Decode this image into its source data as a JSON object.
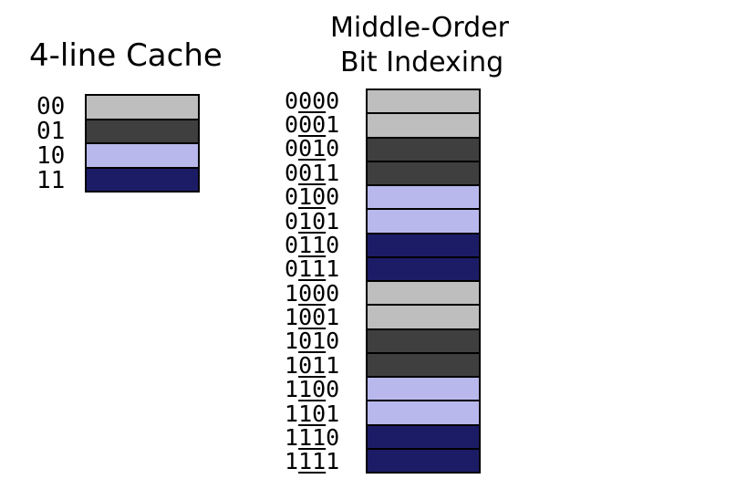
{
  "cache": {
    "title": "4-line Cache",
    "lines": [
      {
        "index": "00",
        "color": "#bebebe"
      },
      {
        "index": "01",
        "color": "#3f3f3f"
      },
      {
        "index": "10",
        "color": "#b8b8ec"
      },
      {
        "index": "11",
        "color": "#1c1c66"
      }
    ]
  },
  "memory": {
    "title_line1": "Middle-Order",
    "title_line2": "Bit Indexing",
    "rows": [
      {
        "pre": "0",
        "mid": "00",
        "post": "0",
        "color": "#bebebe"
      },
      {
        "pre": "0",
        "mid": "00",
        "post": "1",
        "color": "#bebebe"
      },
      {
        "pre": "0",
        "mid": "01",
        "post": "0",
        "color": "#3f3f3f"
      },
      {
        "pre": "0",
        "mid": "01",
        "post": "1",
        "color": "#3f3f3f"
      },
      {
        "pre": "0",
        "mid": "10",
        "post": "0",
        "color": "#b8b8ec"
      },
      {
        "pre": "0",
        "mid": "10",
        "post": "1",
        "color": "#b8b8ec"
      },
      {
        "pre": "0",
        "mid": "11",
        "post": "0",
        "color": "#1c1c66"
      },
      {
        "pre": "0",
        "mid": "11",
        "post": "1",
        "color": "#1c1c66"
      },
      {
        "pre": "1",
        "mid": "00",
        "post": "0",
        "color": "#bebebe"
      },
      {
        "pre": "1",
        "mid": "00",
        "post": "1",
        "color": "#bebebe"
      },
      {
        "pre": "1",
        "mid": "01",
        "post": "0",
        "color": "#3f3f3f"
      },
      {
        "pre": "1",
        "mid": "01",
        "post": "1",
        "color": "#3f3f3f"
      },
      {
        "pre": "1",
        "mid": "10",
        "post": "0",
        "color": "#b8b8ec"
      },
      {
        "pre": "1",
        "mid": "10",
        "post": "1",
        "color": "#b8b8ec"
      },
      {
        "pre": "1",
        "mid": "11",
        "post": "0",
        "color": "#1c1c66"
      },
      {
        "pre": "1",
        "mid": "11",
        "post": "1",
        "color": "#1c1c66"
      }
    ]
  }
}
